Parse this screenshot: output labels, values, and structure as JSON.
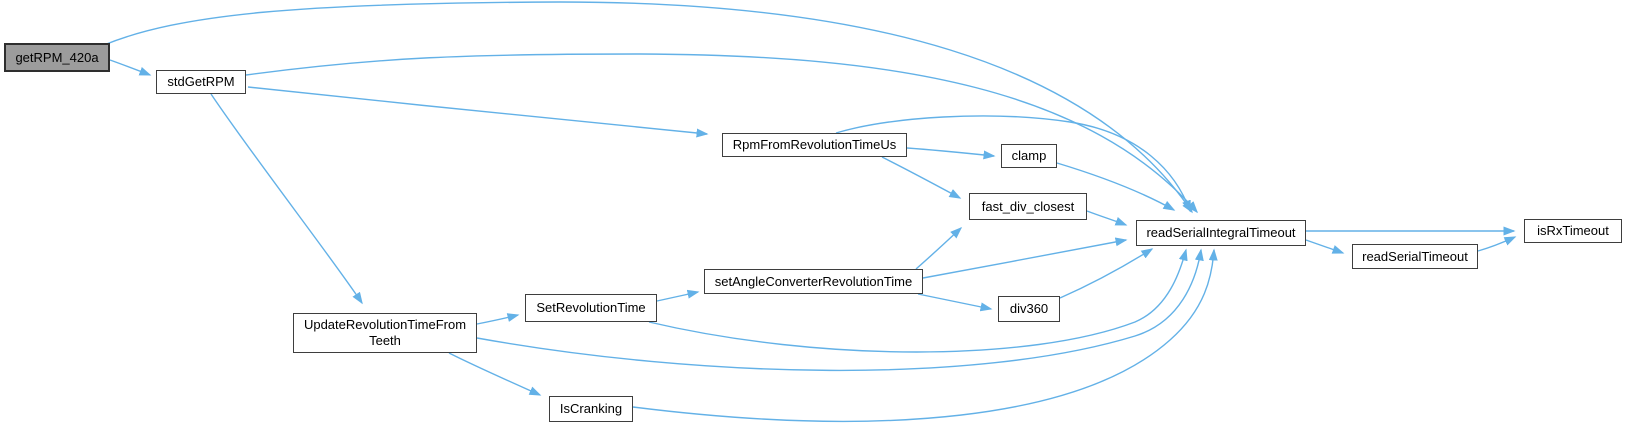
{
  "diagram": {
    "type": "call-graph",
    "background_color": "#ffffff",
    "edge_color": "#63b1e7",
    "node_fill": "#ffffff",
    "node_border_color": "#3e3e3e",
    "highlighted_node_fill": "#9c9c9c",
    "text_color": "#000000",
    "nodes": [
      {
        "id": "getRPM_420a",
        "label": "getRPM_420a",
        "lines": [
          "getRPM_420a"
        ],
        "highlighted": true
      },
      {
        "id": "stdGetRPM",
        "label": "stdGetRPM",
        "lines": [
          "stdGetRPM"
        ],
        "highlighted": false
      },
      {
        "id": "RpmFromRevolutionTimeUs",
        "label": "RpmFromRevolutionTimeUs",
        "lines": [
          "RpmFromRevolutionTimeUs"
        ],
        "highlighted": false
      },
      {
        "id": "clamp",
        "label": "clamp",
        "lines": [
          "clamp"
        ],
        "highlighted": false
      },
      {
        "id": "fast_div_closest",
        "label": "fast_div_closest",
        "lines": [
          "fast_div_closest"
        ],
        "highlighted": false
      },
      {
        "id": "readSerialIntegralTimeout",
        "label": "readSerialIntegralTimeout",
        "lines": [
          "readSerialIntegralTimeout"
        ],
        "highlighted": false
      },
      {
        "id": "setAngleConverterRevolutionTime",
        "label": "setAngleConverterRevolutionTime",
        "lines": [
          "setAngleConverterRevolutionTime"
        ],
        "highlighted": false
      },
      {
        "id": "div360",
        "label": "div360",
        "lines": [
          "div360"
        ],
        "highlighted": false
      },
      {
        "id": "SetRevolutionTime",
        "label": "SetRevolutionTime",
        "lines": [
          "SetRevolutionTime"
        ],
        "highlighted": false
      },
      {
        "id": "UpdateRevolutionTimeFromTeeth",
        "label": "UpdateRevolutionTimeFrom Teeth",
        "lines": [
          "UpdateRevolutionTimeFrom",
          "Teeth"
        ],
        "highlighted": false
      },
      {
        "id": "IsCranking",
        "label": "IsCranking",
        "lines": [
          "IsCranking"
        ],
        "highlighted": false
      },
      {
        "id": "readSerialTimeout",
        "label": "readSerialTimeout",
        "lines": [
          "readSerialTimeout"
        ],
        "highlighted": false
      },
      {
        "id": "isRxTimeout",
        "label": "isRxTimeout",
        "lines": [
          "isRxTimeout"
        ],
        "highlighted": false
      }
    ],
    "edges": [
      {
        "from": "getRPM_420a",
        "to": "stdGetRPM"
      },
      {
        "from": "getRPM_420a",
        "to": "readSerialIntegralTimeout"
      },
      {
        "from": "stdGetRPM",
        "to": "RpmFromRevolutionTimeUs"
      },
      {
        "from": "stdGetRPM",
        "to": "UpdateRevolutionTimeFromTeeth"
      },
      {
        "from": "stdGetRPM",
        "to": "readSerialIntegralTimeout"
      },
      {
        "from": "RpmFromRevolutionTimeUs",
        "to": "clamp"
      },
      {
        "from": "RpmFromRevolutionTimeUs",
        "to": "fast_div_closest"
      },
      {
        "from": "RpmFromRevolutionTimeUs",
        "to": "readSerialIntegralTimeout"
      },
      {
        "from": "clamp",
        "to": "readSerialIntegralTimeout"
      },
      {
        "from": "fast_div_closest",
        "to": "readSerialIntegralTimeout"
      },
      {
        "from": "UpdateRevolutionTimeFromTeeth",
        "to": "SetRevolutionTime"
      },
      {
        "from": "UpdateRevolutionTimeFromTeeth",
        "to": "IsCranking"
      },
      {
        "from": "UpdateRevolutionTimeFromTeeth",
        "to": "readSerialIntegralTimeout"
      },
      {
        "from": "SetRevolutionTime",
        "to": "setAngleConverterRevolutionTime"
      },
      {
        "from": "SetRevolutionTime",
        "to": "readSerialIntegralTimeout"
      },
      {
        "from": "setAngleConverterRevolutionTime",
        "to": "fast_div_closest"
      },
      {
        "from": "setAngleConverterRevolutionTime",
        "to": "div360"
      },
      {
        "from": "setAngleConverterRevolutionTime",
        "to": "readSerialIntegralTimeout"
      },
      {
        "from": "div360",
        "to": "readSerialIntegralTimeout"
      },
      {
        "from": "IsCranking",
        "to": "readSerialIntegralTimeout"
      },
      {
        "from": "readSerialIntegralTimeout",
        "to": "readSerialTimeout"
      },
      {
        "from": "readSerialIntegralTimeout",
        "to": "isRxTimeout"
      },
      {
        "from": "readSerialTimeout",
        "to": "isRxTimeout"
      }
    ]
  }
}
